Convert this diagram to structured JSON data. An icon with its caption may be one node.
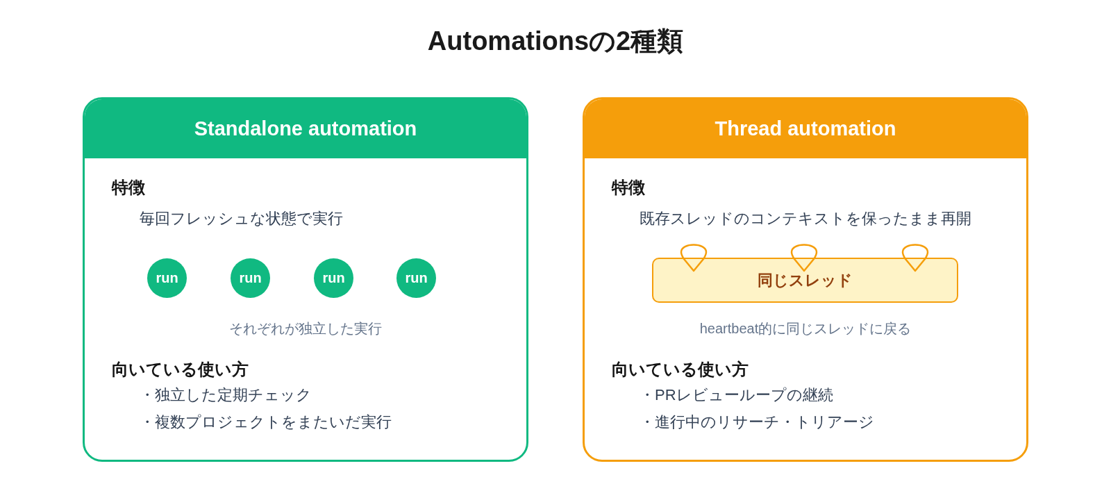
{
  "diagram": {
    "title": "Automationsの2種類",
    "nodes": [
      {
        "text": [
          "Standalone automation",
          "特徴",
          "毎回フレッシュな状態で実行",
          "それぞれが独立した実行",
          "向いている使い方",
          "・独立した定期チェック",
          "・複数プロジェクトをまたいだ実行"
        ]
      },
      {
        "text": [
          "run"
        ],
        "in": 0
      },
      {
        "text": [
          "run"
        ],
        "in": 0
      },
      {
        "text": [
          "run"
        ],
        "in": 0
      },
      {
        "text": [
          "run"
        ],
        "in": 0
      },
      {
        "text": [
          "Thread automation",
          "特徴",
          "既存スレッドのコンテキストを保ったまま再開",
          "heartbeat的に同じスレッドに戻る",
          "向いている使い方",
          "・PRレビューループの継続",
          "・進行中のリサーチ・トリアージ"
        ]
      },
      {
        "text": [
          "同じスレッド"
        ],
        "in": 5
      }
    ]
  }
}
